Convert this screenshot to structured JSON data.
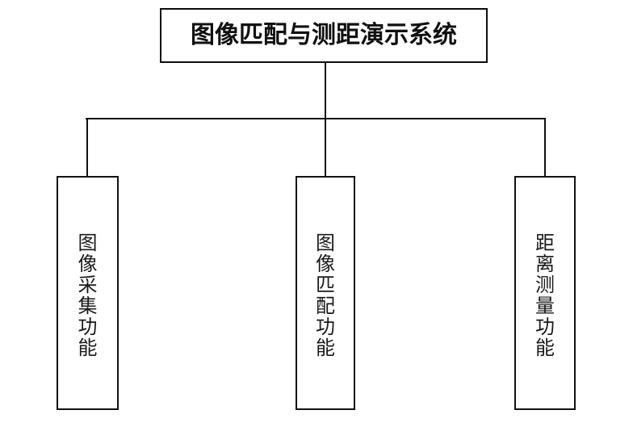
{
  "diagram": {
    "type": "hierarchy-tree",
    "background_color": "#ffffff",
    "line_color": "#111111",
    "root": {
      "label": "图像匹配与测距演示系统",
      "text_orientation": "horizontal",
      "bold": true
    },
    "children": [
      {
        "label": "图像采集功能",
        "chars": [
          "图",
          "像",
          "采",
          "集",
          "功",
          "能"
        ],
        "text_orientation": "vertical"
      },
      {
        "label": "图像匹配功能",
        "chars": [
          "图",
          "像",
          "匹",
          "配",
          "功",
          "能"
        ],
        "text_orientation": "vertical"
      },
      {
        "label": "距离测量功能",
        "chars": [
          "距",
          "离",
          "测",
          "量",
          "功",
          "能"
        ],
        "text_orientation": "vertical"
      }
    ]
  }
}
